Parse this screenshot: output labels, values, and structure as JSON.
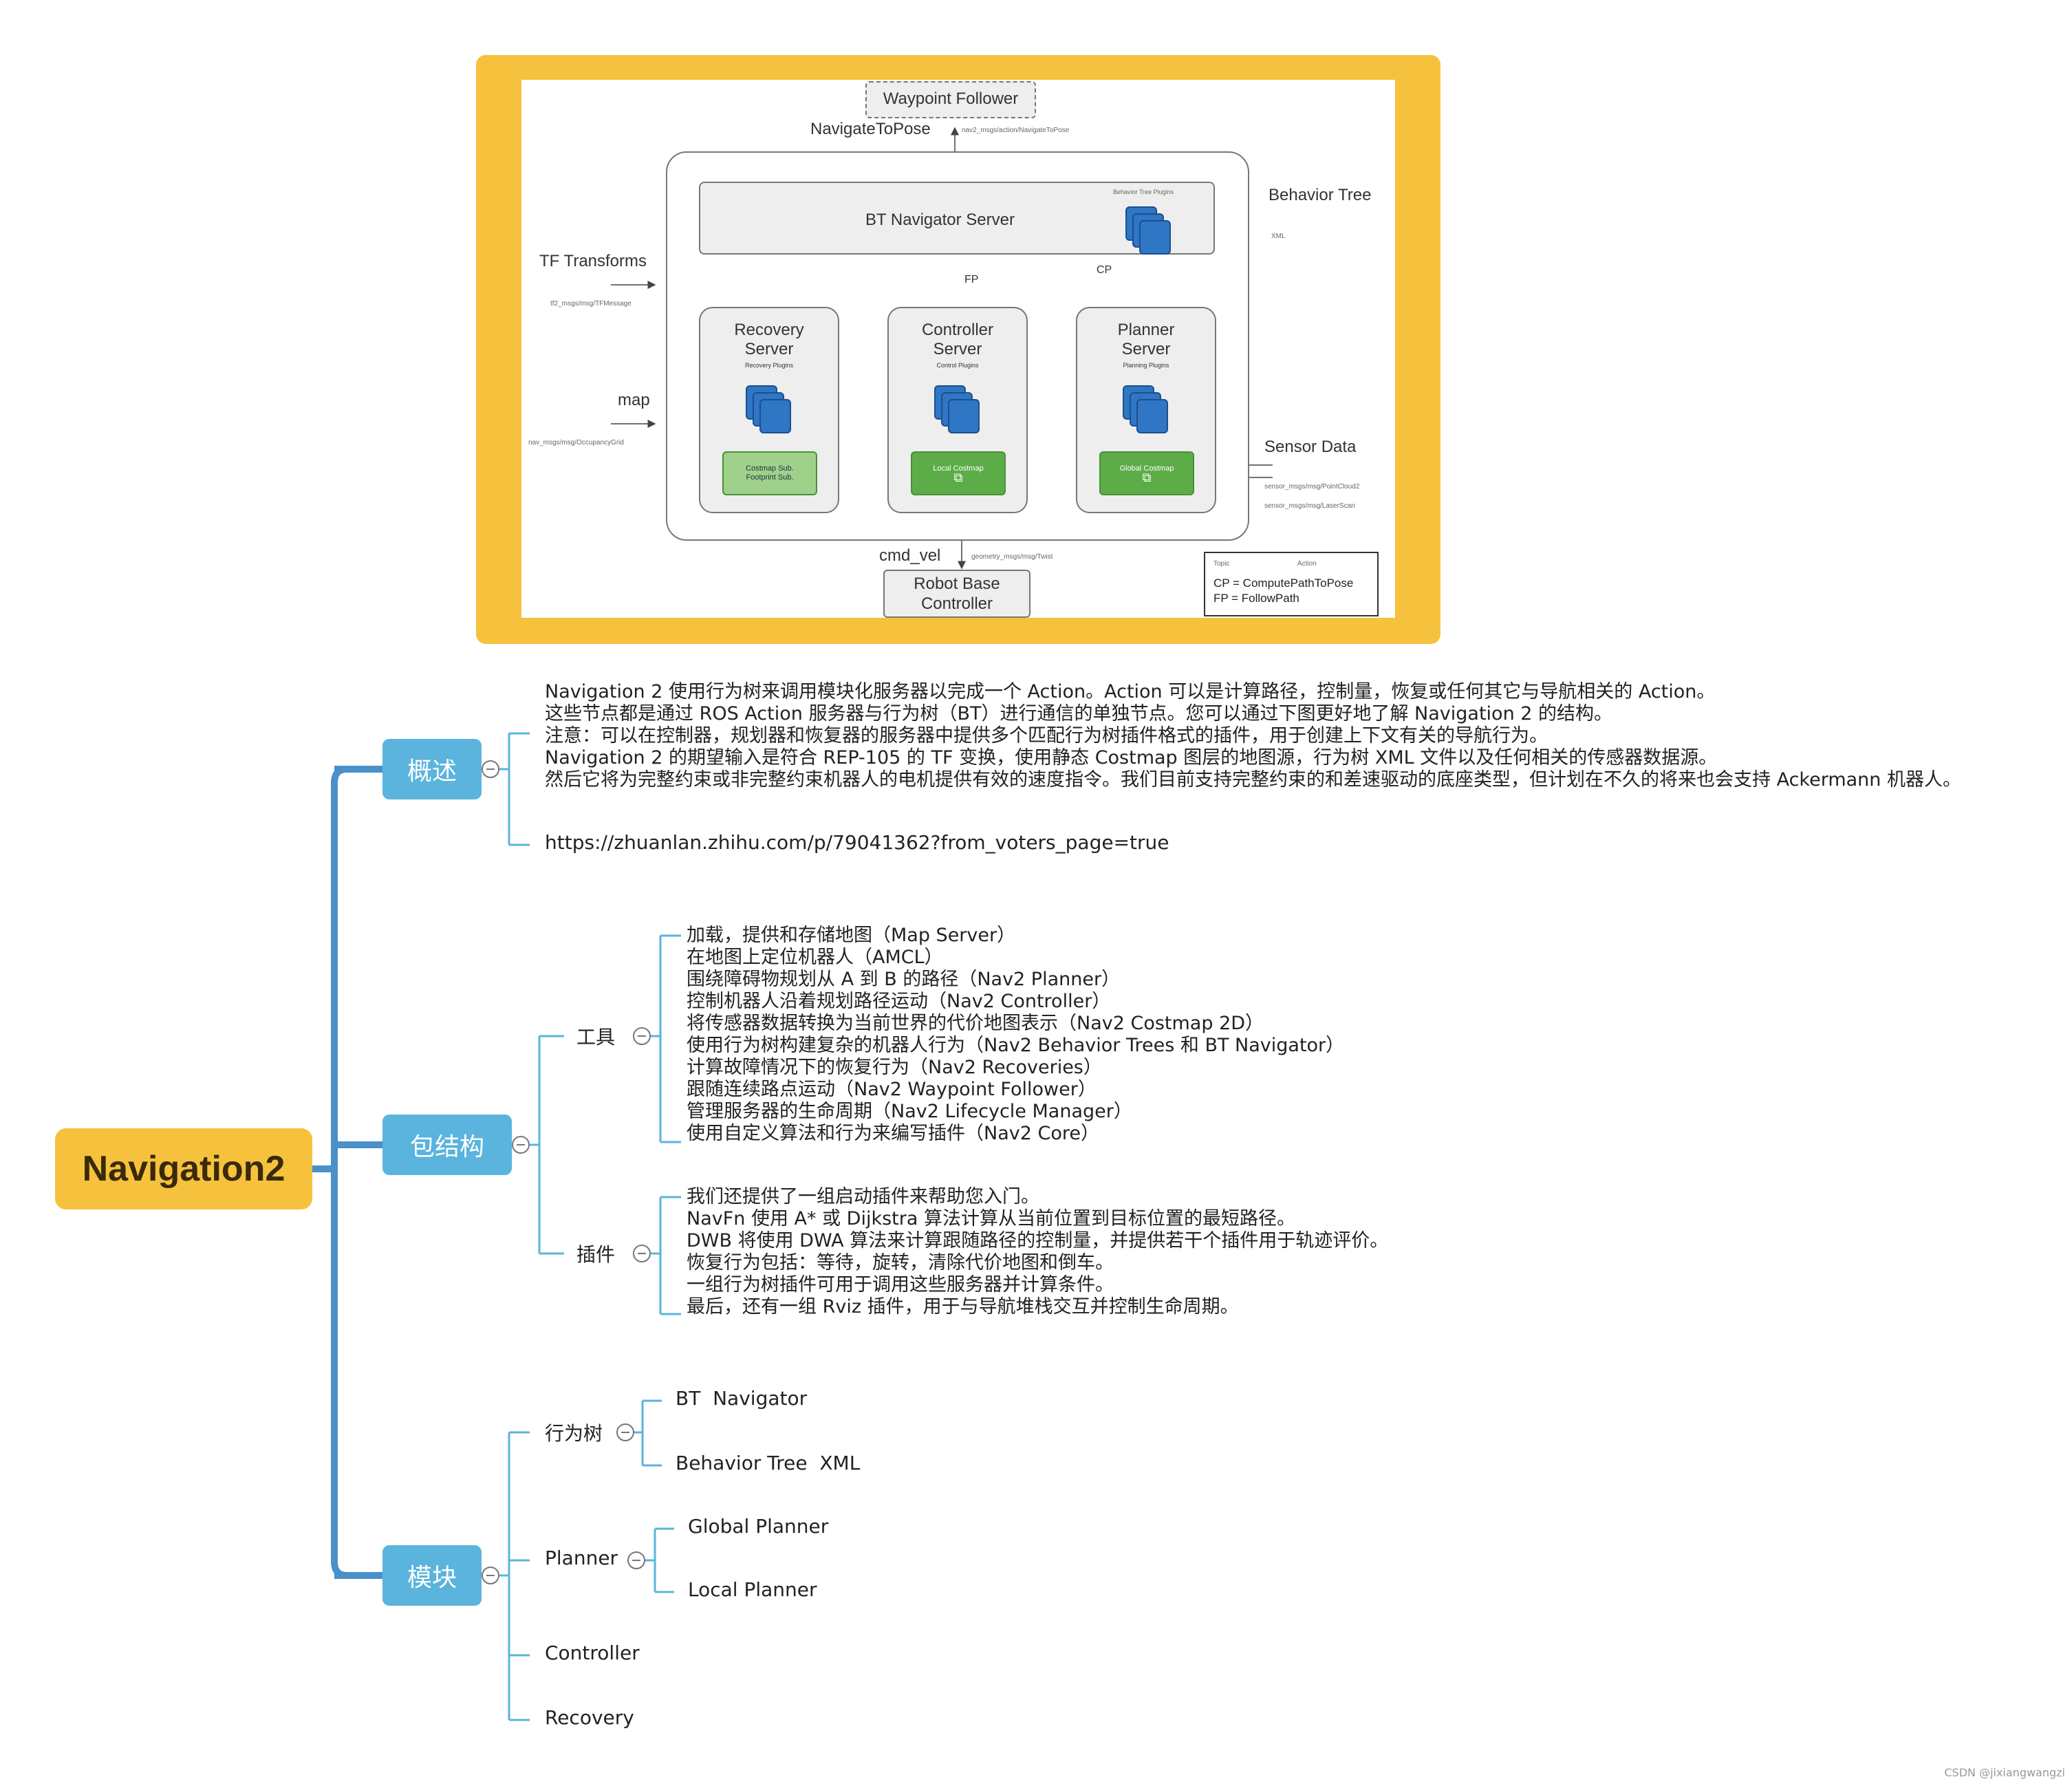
{
  "diagram": {
    "waypoint_follower": "Waypoint Follower",
    "navigate_to_pose": "NavigateToPose",
    "navigate_to_pose_msg": "nav2_msgs/action/NavigateToPose",
    "bt_navigator_server": "BT Navigator Server",
    "behavior_tree_plugins": "Behavior Tree Plugins",
    "behavior_tree": "Behavior Tree",
    "xml": "XML",
    "tf_transforms": "TF Transforms",
    "tf_msg": "tf2_msgs/msg/TFMessage",
    "map": "map",
    "map_msg": "nav_msgs/msg/OccupancyGrid",
    "fp": "FP",
    "cp": "CP",
    "recovery_server": "Recovery\nServer",
    "recovery_plugins": "Recovery Plugins",
    "controller_server": "Controller\nServer",
    "control_plugins": "Control Plugins",
    "planner_server": "Planner\nServer",
    "planning_plugins": "Planning Plugins",
    "costmap_sub": "Costmap Sub.\nFootprint Sub.",
    "local_costmap": "Local Costmap",
    "global_costmap": "Global Costmap",
    "sensor_data": "Sensor Data",
    "sensor_msg1": "sensor_msgs/msg/PointCloud2",
    "sensor_msg2": "sensor_msgs/msg/LaserScan",
    "cmd_vel": "cmd_vel",
    "cmd_vel_msg": "geometry_msgs/msg/Twist",
    "robot_base_controller": "Robot Base\nController",
    "legend_topic": "Topic",
    "legend_action": "Action",
    "legend_cp": "CP = ComputePathToPose",
    "legend_fp": "FP = FollowPath",
    "colors": {
      "cube": "#2f76c4",
      "green_dark": "#5cad47",
      "green_light": "#9fd18a"
    }
  },
  "mindmap": {
    "root": "Navigation2",
    "colors": {
      "root": "#f6c13c",
      "main_node": "#5ab4dd",
      "branch": "#4a90c9"
    },
    "overview": {
      "label": "概述",
      "text": "Navigation 2 使用行为树来调用模块化服务器以完成一个 Action。Action 可以是计算路径，控制量，恢复或任何其它与导航相关的 Action。\n这些节点都是通过 ROS Action 服务器与行为树（BT）进行通信的单独节点。您可以通过下图更好地了解 Navigation 2 的结构。\n注意：可以在控制器，规划器和恢复器的服务器中提供多个匹配行为树插件格式的插件，用于创建上下文有关的导航行为。\nNavigation 2 的期望输入是符合 REP-105 的 TF 变换，使用静态 Costmap 图层的地图源，行为树 XML 文件以及任何相关的传感器数据源。\n然后它将为完整约束或非完整约束机器人的电机提供有效的速度指令。我们目前支持完整约束的和差速驱动的底座类型，但计划在不久的将来也会支持 Ackermann 机器人。",
      "link": "https://zhuanlan.zhihu.com/p/79041362?from_voters_page=true"
    },
    "package": {
      "label": "包结构",
      "tools_label": "工具",
      "tools_text": "加载，提供和存储地图（Map Server）\n在地图上定位机器人（AMCL）\n围绕障碍物规划从 A 到 B 的路径（Nav2 Planner）\n控制机器人沿着规划路径运动（Nav2 Controller）\n将传感器数据转换为当前世界的代价地图表示（Nav2 Costmap 2D）\n使用行为树构建复杂的机器人行为（Nav2 Behavior Trees 和 BT Navigator）\n计算故障情况下的恢复行为（Nav2 Recoveries）\n跟随连续路点运动（Nav2 Waypoint Follower）\n管理服务器的生命周期（Nav2 Lifecycle Manager）\n使用自定义算法和行为来编写插件（Nav2 Core）",
      "plugins_label": "插件",
      "plugins_text": "我们还提供了一组启动插件来帮助您入门。\nNavFn 使用 A* 或 Dijkstra 算法计算从当前位置到目标位置的最短路径。\nDWB 将使用 DWA 算法来计算跟随路径的控制量，并提供若干个插件用于轨迹评价。\n恢复行为包括：等待，旋转，清除代价地图和倒车。\n一组行为树插件可用于调用这些服务器并计算条件。\n最后，还有一组 Rviz 插件，用于与导航堆栈交互并控制生命周期。"
    },
    "modules": {
      "label": "模块",
      "bt_label": "行为树",
      "bt_children": [
        "BT  Navigator",
        "Behavior Tree  XML"
      ],
      "planner_label": "Planner",
      "planner_children": [
        "Global Planner",
        "Local Planner"
      ],
      "controller_label": "Controller",
      "recovery_label": "Recovery"
    }
  },
  "watermark": "CSDN @jixiangwangzi"
}
